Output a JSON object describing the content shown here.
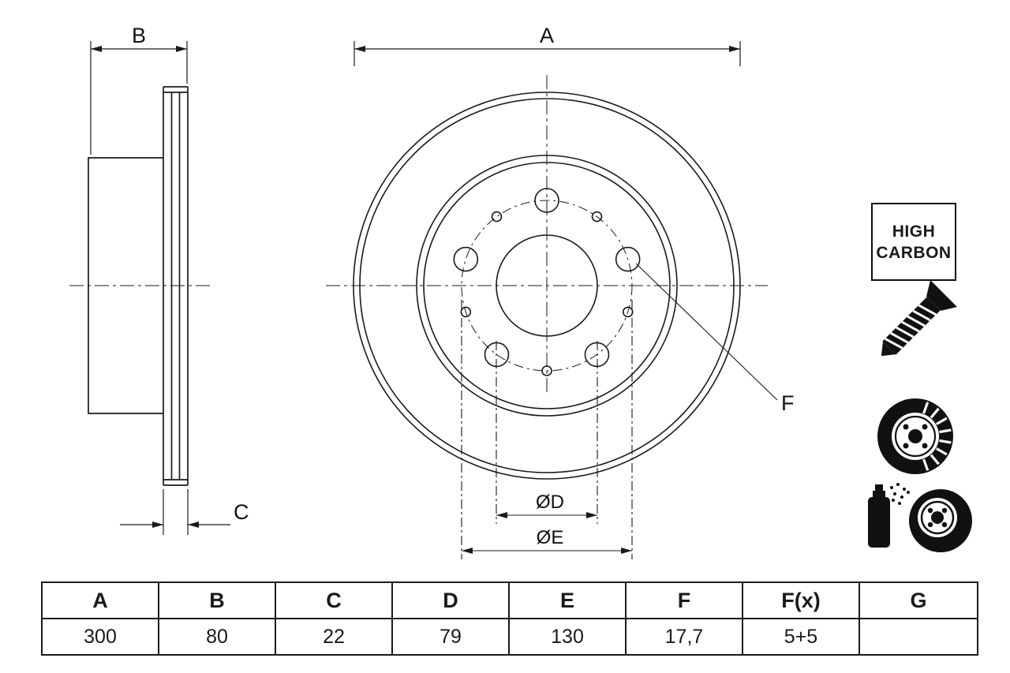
{
  "drawing": {
    "labels": {
      "a": "A",
      "b": "B",
      "c": "C",
      "d": "ØD",
      "e": "ØE",
      "f": "F"
    },
    "badge": {
      "line1": "HIGH",
      "line2": "CARBON"
    },
    "icons": [
      "screw-icon",
      "brake-disc-icon",
      "spray-paint-icon"
    ]
  },
  "table": {
    "headers": [
      "A",
      "B",
      "C",
      "D",
      "E",
      "F",
      "F(x)",
      "G"
    ],
    "values": [
      "300",
      "80",
      "22",
      "79",
      "130",
      "17,7",
      "5+5",
      ""
    ]
  },
  "colors": {
    "line": "#1a1a1a",
    "background": "#ffffff"
  }
}
